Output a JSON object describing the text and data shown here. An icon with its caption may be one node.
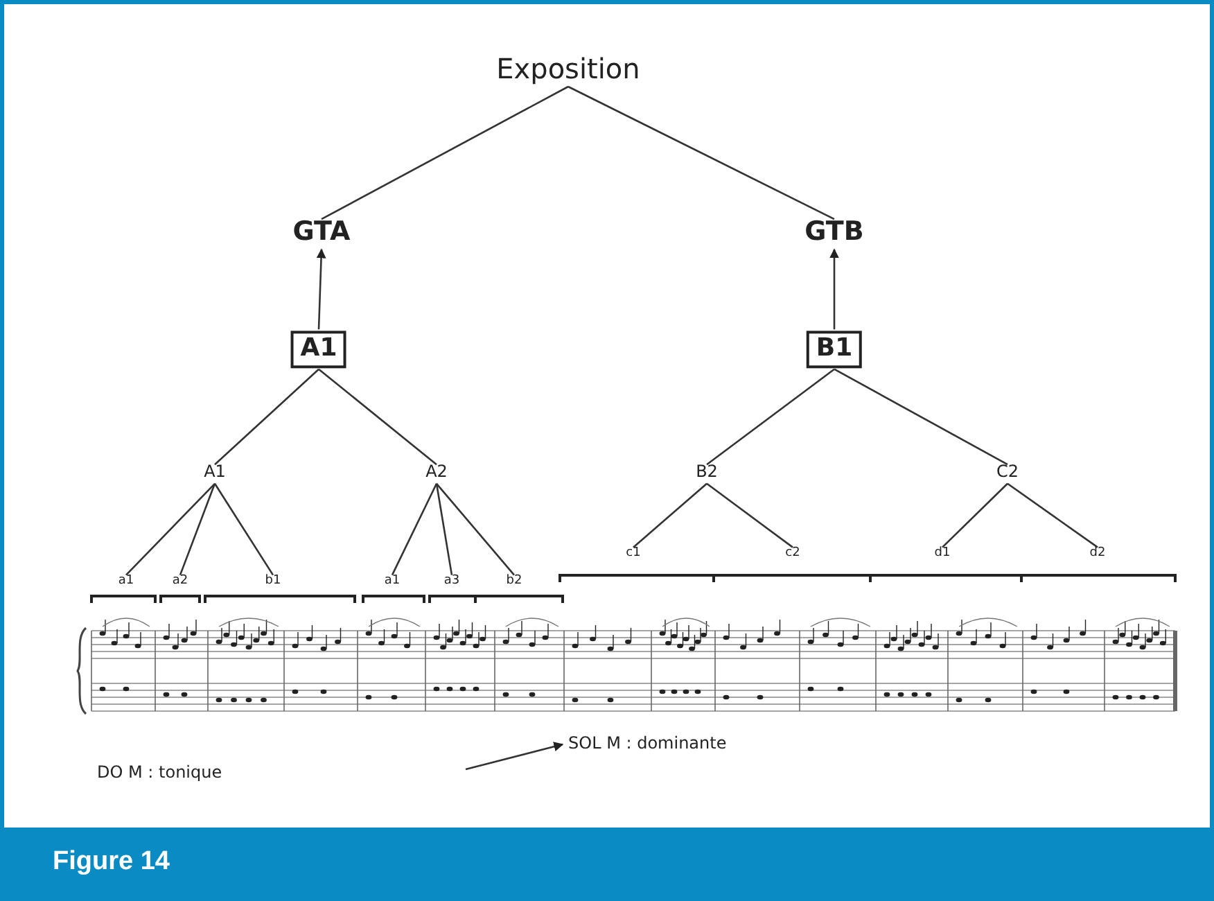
{
  "diagram": {
    "caption": "Figure 14",
    "nodes": [
      {
        "text": [
          "Exposition"
        ]
      },
      {
        "text": [
          "GTA"
        ]
      },
      {
        "text": [
          "GTB"
        ]
      },
      {
        "text": [
          "A1"
        ]
      },
      {
        "text": [
          "B1"
        ]
      },
      {
        "text": [
          "A1"
        ]
      },
      {
        "text": [
          "A2"
        ]
      },
      {
        "text": [
          "B2"
        ]
      },
      {
        "text": [
          "C2"
        ]
      },
      {
        "text": [
          "a1"
        ]
      },
      {
        "text": [
          "a2"
        ]
      },
      {
        "text": [
          "b1"
        ]
      },
      {
        "text": [
          "a1"
        ]
      },
      {
        "text": [
          "a3"
        ]
      },
      {
        "text": [
          "b2"
        ]
      },
      {
        "text": [
          "c1"
        ]
      },
      {
        "text": [
          "c2"
        ]
      },
      {
        "text": [
          "d1"
        ]
      },
      {
        "text": [
          "d2"
        ]
      },
      {
        "text": [
          "SOL M : dominante"
        ]
      }
    ],
    "edges": [
      {
        "from": 0,
        "to": 1,
        "arrow": "none"
      },
      {
        "from": 0,
        "to": 2,
        "arrow": "none"
      },
      {
        "from": 3,
        "to": 1,
        "arrow": "to"
      },
      {
        "from": 4,
        "to": 2,
        "arrow": "to"
      },
      {
        "from": 3,
        "to": 5,
        "arrow": "none"
      },
      {
        "from": 3,
        "to": 6,
        "arrow": "none"
      },
      {
        "from": 4,
        "to": 7,
        "arrow": "none"
      },
      {
        "from": 4,
        "to": 8,
        "arrow": "none"
      },
      {
        "from": 5,
        "to": 9,
        "arrow": "none"
      },
      {
        "from": 5,
        "to": 10,
        "arrow": "none"
      },
      {
        "from": 5,
        "to": 11,
        "arrow": "none"
      },
      {
        "from": 6,
        "to": 12,
        "arrow": "none"
      },
      {
        "from": 6,
        "to": 13,
        "arrow": "none"
      },
      {
        "from": 6,
        "to": 14,
        "arrow": "none"
      },
      {
        "from": 7,
        "to": 15,
        "arrow": "none"
      },
      {
        "from": 7,
        "to": 16,
        "arrow": "none"
      },
      {
        "from": 8,
        "to": 17,
        "arrow": "none"
      },
      {
        "from": 8,
        "to": 18,
        "arrow": "none"
      },
      {
        "from": null,
        "to": 19,
        "arrow": "to"
      }
    ],
    "labels": [
      "DO M : tonique"
    ]
  }
}
